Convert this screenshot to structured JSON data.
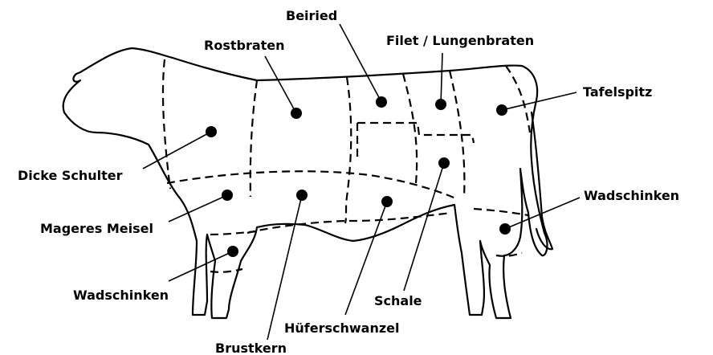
{
  "labels": {
    "beiried": "Beiried",
    "rostbraten": "Rostbraten",
    "filet": "Filet / Lungenbraten",
    "tafelspitz": "Tafelspitz",
    "dicke_schulter": "Dicke Schulter",
    "wadschinken_rear": "Wadschinken",
    "mageres_meisel": "Mageres Meisel",
    "wadschinken_front": "Wadschinken",
    "schale": "Schale",
    "hueferschwanzel": "Hüferschwanzel",
    "brustkern": "Brustkern"
  },
  "colors": {
    "line": "#000000",
    "background": "#ffffff"
  }
}
